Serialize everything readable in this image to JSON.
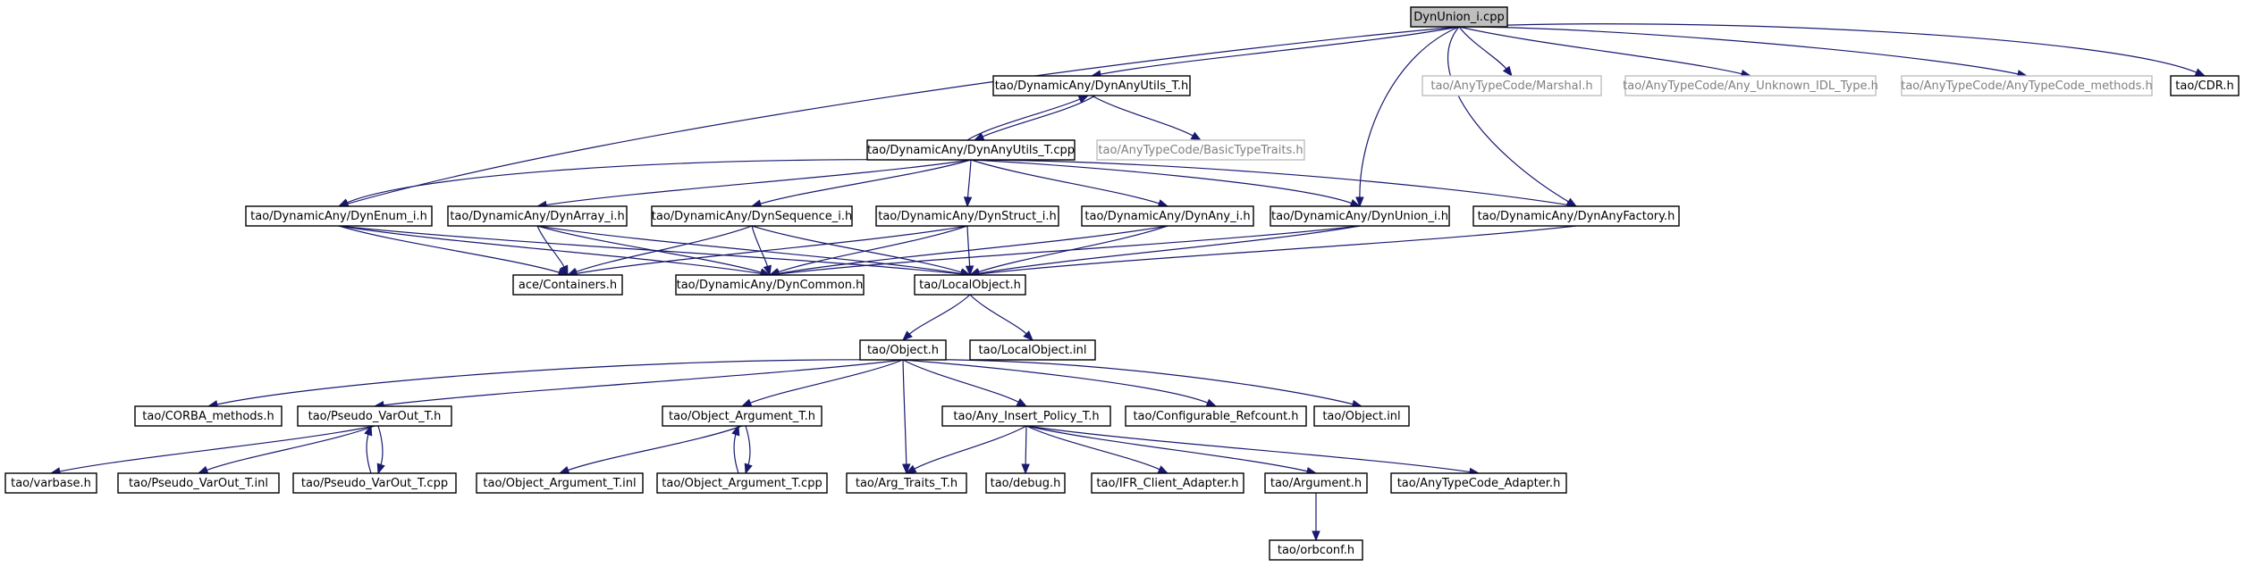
{
  "graph": {
    "title": "",
    "nodes": [
      {
        "id": "dynunion_cpp",
        "label": "DynUnion_i.cpp",
        "style": "root"
      },
      {
        "id": "dynanyutils_t_h",
        "label": "tao/DynamicAny/DynAnyUtils_T.h",
        "style": "normal"
      },
      {
        "id": "marshal_h",
        "label": "tao/AnyTypeCode/Marshal.h",
        "style": "external"
      },
      {
        "id": "any_unknown_h",
        "label": "tao/AnyTypeCode/Any_Unknown_IDL_Type.h",
        "style": "external"
      },
      {
        "id": "anytypecode_methods_h",
        "label": "tao/AnyTypeCode/AnyTypeCode_methods.h",
        "style": "external"
      },
      {
        "id": "cdr_h",
        "label": "tao/CDR.h",
        "style": "normal"
      },
      {
        "id": "dynanyutils_t_cpp",
        "label": "tao/DynamicAny/DynAnyUtils_T.cpp",
        "style": "normal"
      },
      {
        "id": "basictypetraits_h",
        "label": "tao/AnyTypeCode/BasicTypeTraits.h",
        "style": "external"
      },
      {
        "id": "dynenum_h",
        "label": "tao/DynamicAny/DynEnum_i.h",
        "style": "normal"
      },
      {
        "id": "dynarray_h",
        "label": "tao/DynamicAny/DynArray_i.h",
        "style": "normal"
      },
      {
        "id": "dynsequence_h",
        "label": "tao/DynamicAny/DynSequence_i.h",
        "style": "normal"
      },
      {
        "id": "dynstruct_h",
        "label": "tao/DynamicAny/DynStruct_i.h",
        "style": "normal"
      },
      {
        "id": "dynany_h",
        "label": "tao/DynamicAny/DynAny_i.h",
        "style": "normal"
      },
      {
        "id": "dynunion_h",
        "label": "tao/DynamicAny/DynUnion_i.h",
        "style": "normal"
      },
      {
        "id": "dynanyfactory_h",
        "label": "tao/DynamicAny/DynAnyFactory.h",
        "style": "normal"
      },
      {
        "id": "containers_h",
        "label": "ace/Containers.h",
        "style": "normal"
      },
      {
        "id": "dyncommon_h",
        "label": "tao/DynamicAny/DynCommon.h",
        "style": "normal"
      },
      {
        "id": "localobject_h",
        "label": "tao/LocalObject.h",
        "style": "normal"
      },
      {
        "id": "object_h",
        "label": "tao/Object.h",
        "style": "normal"
      },
      {
        "id": "localobject_inl",
        "label": "tao/LocalObject.inl",
        "style": "normal"
      },
      {
        "id": "corba_methods_h",
        "label": "tao/CORBA_methods.h",
        "style": "normal"
      },
      {
        "id": "pseudo_varout_h",
        "label": "tao/Pseudo_VarOut_T.h",
        "style": "normal"
      },
      {
        "id": "object_argument_h",
        "label": "tao/Object_Argument_T.h",
        "style": "normal"
      },
      {
        "id": "any_insert_policy_h",
        "label": "tao/Any_Insert_Policy_T.h",
        "style": "normal"
      },
      {
        "id": "configurable_refcount_h",
        "label": "tao/Configurable_Refcount.h",
        "style": "normal"
      },
      {
        "id": "object_inl",
        "label": "tao/Object.inl",
        "style": "normal"
      },
      {
        "id": "varbase_h",
        "label": "tao/varbase.h",
        "style": "normal"
      },
      {
        "id": "pseudo_varout_inl",
        "label": "tao/Pseudo_VarOut_T.inl",
        "style": "normal"
      },
      {
        "id": "pseudo_varout_cpp",
        "label": "tao/Pseudo_VarOut_T.cpp",
        "style": "normal"
      },
      {
        "id": "object_argument_inl",
        "label": "tao/Object_Argument_T.inl",
        "style": "normal"
      },
      {
        "id": "object_argument_cpp",
        "label": "tao/Object_Argument_T.cpp",
        "style": "normal"
      },
      {
        "id": "arg_traits_h",
        "label": "tao/Arg_Traits_T.h",
        "style": "normal"
      },
      {
        "id": "debug_h",
        "label": "tao/debug.h",
        "style": "normal"
      },
      {
        "id": "ifr_client_adapter_h",
        "label": "tao/IFR_Client_Adapter.h",
        "style": "normal"
      },
      {
        "id": "argument_h",
        "label": "tao/Argument.h",
        "style": "normal"
      },
      {
        "id": "anytypecode_adapter_h",
        "label": "tao/AnyTypeCode_Adapter.h",
        "style": "normal"
      },
      {
        "id": "orbconf_h",
        "label": "tao/orbconf.h",
        "style": "normal"
      }
    ],
    "edges": [
      {
        "from": "dynunion_cpp",
        "to": "dynanyutils_t_h"
      },
      {
        "from": "dynunion_cpp",
        "to": "marshal_h"
      },
      {
        "from": "dynunion_cpp",
        "to": "any_unknown_h"
      },
      {
        "from": "dynunion_cpp",
        "to": "anytypecode_methods_h"
      },
      {
        "from": "dynunion_cpp",
        "to": "cdr_h"
      },
      {
        "from": "dynunion_cpp",
        "to": "dynenum_h"
      },
      {
        "from": "dynunion_cpp",
        "to": "dynunion_h"
      },
      {
        "from": "dynunion_cpp",
        "to": "dynanyfactory_h"
      },
      {
        "from": "dynanyutils_t_h",
        "to": "dynanyutils_t_cpp"
      },
      {
        "from": "dynanyutils_t_cpp",
        "to": "dynanyutils_t_h"
      },
      {
        "from": "dynanyutils_t_h",
        "to": "basictypetraits_h"
      },
      {
        "from": "dynanyutils_t_cpp",
        "to": "dynenum_h"
      },
      {
        "from": "dynanyutils_t_cpp",
        "to": "dynarray_h"
      },
      {
        "from": "dynanyutils_t_cpp",
        "to": "dynsequence_h"
      },
      {
        "from": "dynanyutils_t_cpp",
        "to": "dynstruct_h"
      },
      {
        "from": "dynanyutils_t_cpp",
        "to": "dynany_h"
      },
      {
        "from": "dynanyutils_t_cpp",
        "to": "dynunion_h"
      },
      {
        "from": "dynanyutils_t_cpp",
        "to": "dynanyfactory_h"
      },
      {
        "from": "dynenum_h",
        "to": "containers_h"
      },
      {
        "from": "dynenum_h",
        "to": "dyncommon_h"
      },
      {
        "from": "dynenum_h",
        "to": "localobject_h"
      },
      {
        "from": "dynarray_h",
        "to": "containers_h"
      },
      {
        "from": "dynarray_h",
        "to": "dyncommon_h"
      },
      {
        "from": "dynarray_h",
        "to": "localobject_h"
      },
      {
        "from": "dynsequence_h",
        "to": "containers_h"
      },
      {
        "from": "dynsequence_h",
        "to": "dyncommon_h"
      },
      {
        "from": "dynsequence_h",
        "to": "localobject_h"
      },
      {
        "from": "dynstruct_h",
        "to": "containers_h"
      },
      {
        "from": "dynstruct_h",
        "to": "dyncommon_h"
      },
      {
        "from": "dynstruct_h",
        "to": "localobject_h"
      },
      {
        "from": "dynany_h",
        "to": "dyncommon_h"
      },
      {
        "from": "dynany_h",
        "to": "localobject_h"
      },
      {
        "from": "dynunion_h",
        "to": "dyncommon_h"
      },
      {
        "from": "dynunion_h",
        "to": "localobject_h"
      },
      {
        "from": "dynanyfactory_h",
        "to": "localobject_h"
      },
      {
        "from": "localobject_h",
        "to": "object_h"
      },
      {
        "from": "localobject_h",
        "to": "localobject_inl"
      },
      {
        "from": "object_h",
        "to": "corba_methods_h"
      },
      {
        "from": "object_h",
        "to": "pseudo_varout_h"
      },
      {
        "from": "object_h",
        "to": "object_argument_h"
      },
      {
        "from": "object_h",
        "to": "arg_traits_h"
      },
      {
        "from": "object_h",
        "to": "any_insert_policy_h"
      },
      {
        "from": "object_h",
        "to": "configurable_refcount_h"
      },
      {
        "from": "object_h",
        "to": "object_inl"
      },
      {
        "from": "pseudo_varout_h",
        "to": "varbase_h"
      },
      {
        "from": "pseudo_varout_h",
        "to": "pseudo_varout_inl"
      },
      {
        "from": "pseudo_varout_h",
        "to": "pseudo_varout_cpp"
      },
      {
        "from": "pseudo_varout_cpp",
        "to": "pseudo_varout_h"
      },
      {
        "from": "object_argument_h",
        "to": "object_argument_inl"
      },
      {
        "from": "object_argument_h",
        "to": "object_argument_cpp"
      },
      {
        "from": "object_argument_cpp",
        "to": "object_argument_h"
      },
      {
        "from": "any_insert_policy_h",
        "to": "arg_traits_h"
      },
      {
        "from": "any_insert_policy_h",
        "to": "debug_h"
      },
      {
        "from": "any_insert_policy_h",
        "to": "ifr_client_adapter_h"
      },
      {
        "from": "any_insert_policy_h",
        "to": "argument_h"
      },
      {
        "from": "any_insert_policy_h",
        "to": "anytypecode_adapter_h"
      },
      {
        "from": "argument_h",
        "to": "orbconf_h"
      }
    ]
  },
  "colors": {
    "edge": "#191970",
    "root_fill": "#bfbfbf",
    "external_border": "#bfbfbf",
    "external_text": "#808080"
  }
}
